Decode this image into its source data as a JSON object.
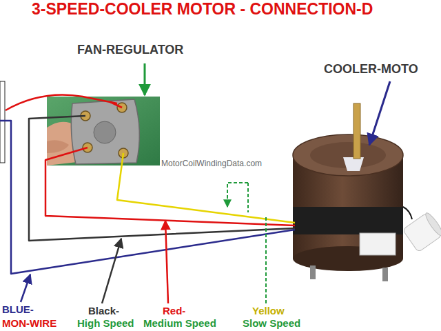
{
  "diagram": {
    "title": "3-SPEED-COOLER MOTOR - CONNECTION-D",
    "labels": [
      "FAN-REGULATOR",
      "COOLER-MOTO",
      "MotorCoilWindingData.com",
      "BLUE-",
      "MON-WIRE",
      "Black-",
      "High Speed",
      "Red-",
      "Medium Speed",
      "Yellow",
      "Slow Speed"
    ]
  }
}
